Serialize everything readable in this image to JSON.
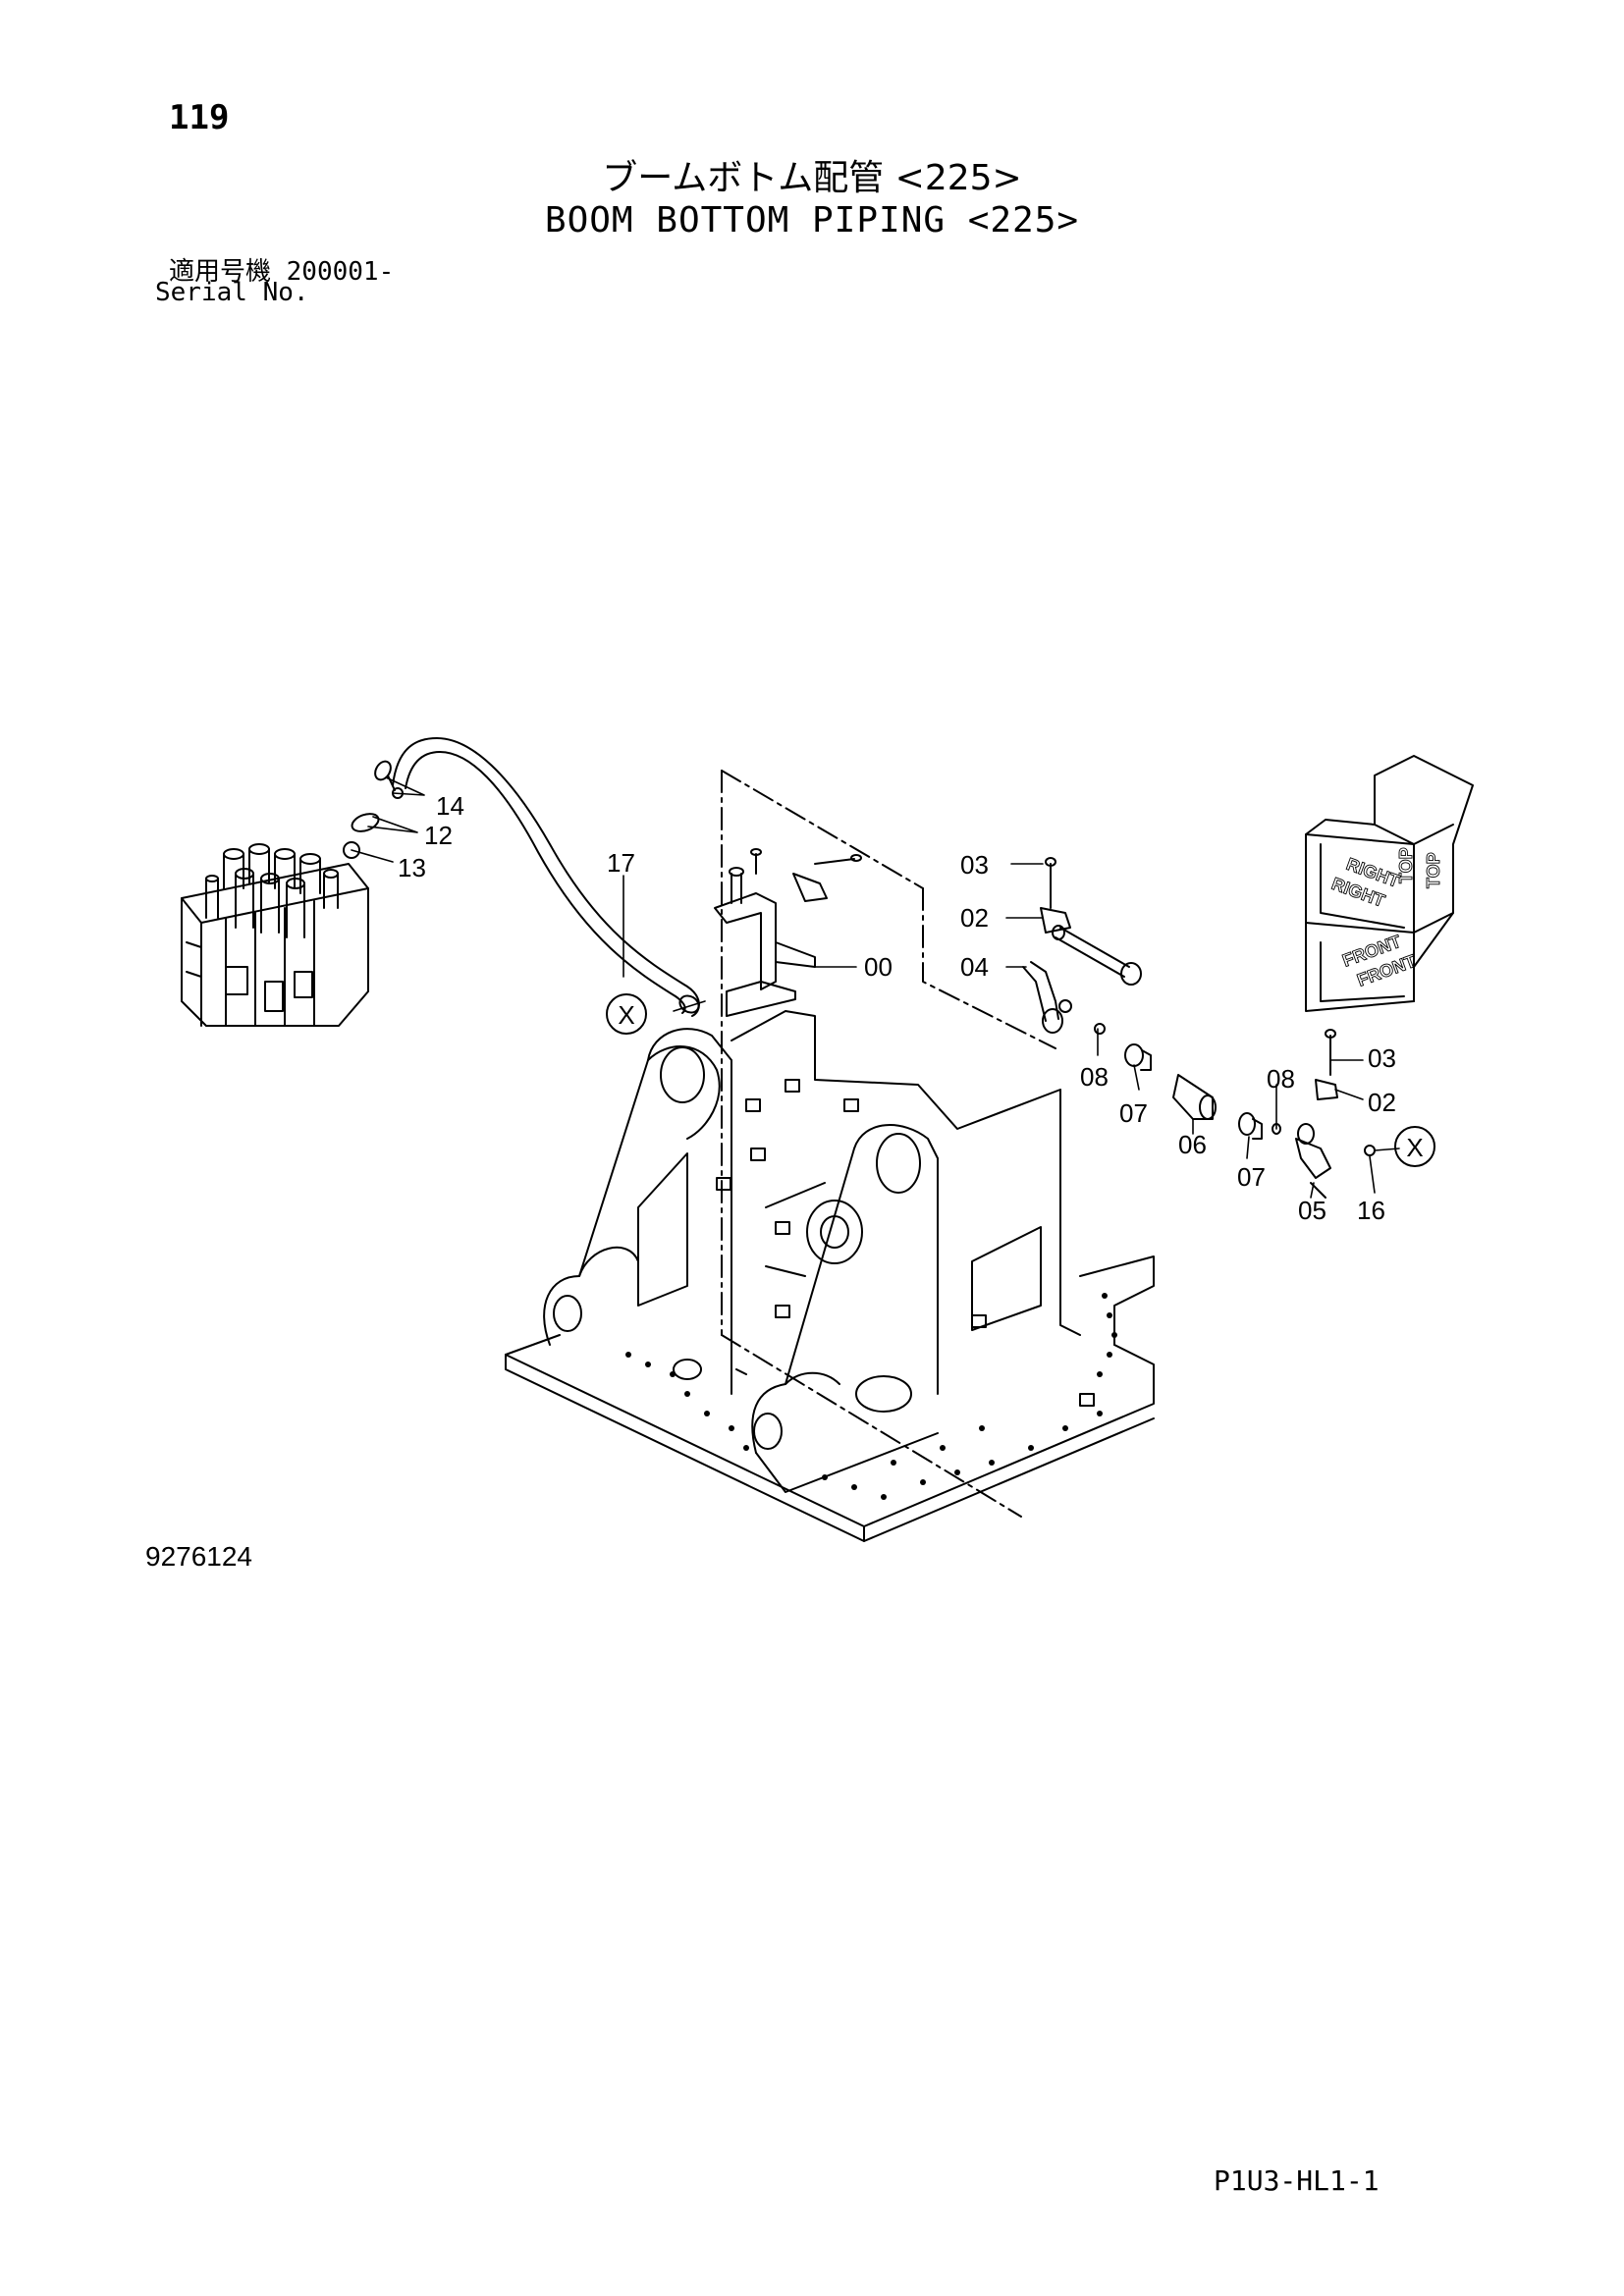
{
  "page": {
    "number": "119"
  },
  "title": {
    "jp": "ブームボトム配管 <225>",
    "en": "BOOM BOTTOM PIPING <225>"
  },
  "serial": {
    "jp": "適用号機 200001-",
    "en": "Serial No."
  },
  "callouts": {
    "c14": "14",
    "c12": "12",
    "c13": "13",
    "c17": "17",
    "c00": "00",
    "c03a": "03",
    "c02a": "02",
    "c04": "04",
    "c08a": "08",
    "c07a": "07",
    "c06": "06",
    "c08b": "08",
    "c03b": "03",
    "c02b": "02",
    "c07b": "07",
    "c05": "05",
    "c16": "16"
  },
  "markers": {
    "xa": "X",
    "xb": "X"
  },
  "orientation": {
    "top1": "TOP",
    "top2": "TOP",
    "right1": "RIGHT",
    "right2": "RIGHT",
    "front1": "FRONT",
    "front2": "FRONT"
  },
  "footer": {
    "drawing_no": "9276124",
    "sheet_code": "P1U3-HL1-1"
  }
}
